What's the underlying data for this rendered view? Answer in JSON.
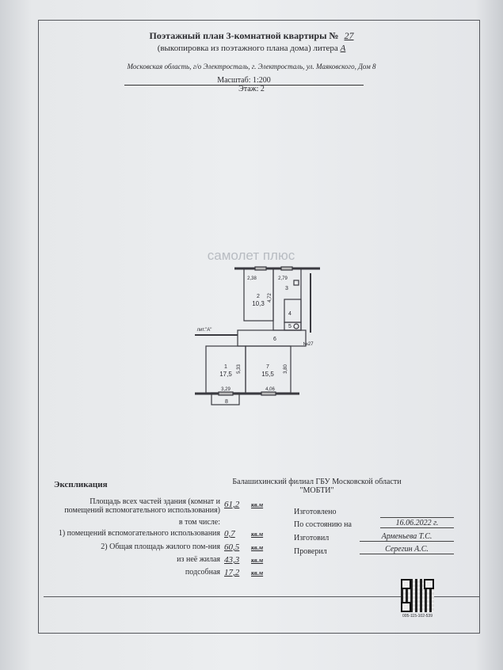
{
  "header": {
    "title": "Поэтажный план 3-комнатной квартиры №",
    "apartment_number": "27",
    "subtitle": "(выкопировка из поэтажного плана дома) литера",
    "litera": "А",
    "address": "Московская область, г/о Электросталь, г. Электросталь, ул. Маяковского, Дом 8",
    "scale": "Масштаб: 1:200",
    "floor": "Этаж: 2"
  },
  "plan": {
    "litera_label": "лит.\"А\"",
    "apartment_label": "№27",
    "watermark": "самолет плюс",
    "rooms": [
      {
        "number": "1",
        "area": "17,5"
      },
      {
        "number": "2",
        "area": "10,3"
      },
      {
        "number": "3",
        "area": ""
      },
      {
        "number": "4",
        "area": ""
      },
      {
        "number": "5",
        "area": ""
      },
      {
        "number": "6",
        "area": ""
      },
      {
        "number": "7",
        "area": "15,5"
      },
      {
        "number": "8",
        "area": ""
      }
    ],
    "dimensions": [
      "2,38",
      "2,79",
      "4,72",
      "5,33",
      "3,29",
      "4,06",
      "3,80"
    ]
  },
  "explication": {
    "title": "Экспликация",
    "total_label_1": "Площадь всех частей здания (комнат и",
    "total_label_2": "помещений вспомогательного использования)",
    "total_value": "61,2",
    "including": "в том числе:",
    "rows": [
      {
        "label": "1) помещений вспомогательного использования",
        "value": "0,7"
      },
      {
        "label": "2) Общая площадь жилого пом-ния",
        "value": "60,5"
      },
      {
        "label": "из неё жилая",
        "value": "43,3"
      },
      {
        "label": "подсобная",
        "value": "17,2"
      }
    ],
    "unit": "кв.м"
  },
  "org": {
    "name_1": "Балашихинский филиал ГБУ Московской области",
    "name_2": "\"МОБТИ\"",
    "made_label": "Изготовлено",
    "made_value": "",
    "state_label": "По состоянию на",
    "state_value": "16.06.2022 г.",
    "made_by_label": "Изготовил",
    "made_by_value": "Арменьева Т.С.",
    "checked_label": "Проверил",
    "checked_value": "Серегин А.С."
  },
  "qr_code": {
    "caption": "005-115-102-539"
  }
}
